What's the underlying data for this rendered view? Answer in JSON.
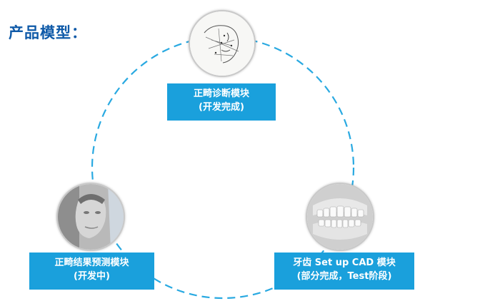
{
  "header": {
    "title": "产品模型："
  },
  "modules": [
    {
      "name": "正畸诊断模块",
      "status": "(开发完成)",
      "icon": "cephalometric-xray-icon"
    },
    {
      "name": "正畸结果预测模块",
      "status": "(开发中)",
      "icon": "face-photo-icon"
    },
    {
      "name": "牙齿 Set up CAD 模块",
      "status": "(部分完成，Test阶段)",
      "icon": "teeth-model-icon"
    }
  ],
  "colors": {
    "title": "#0f5aa8",
    "label_bg": "#1aa0dc",
    "ring": "#29a9e1"
  }
}
